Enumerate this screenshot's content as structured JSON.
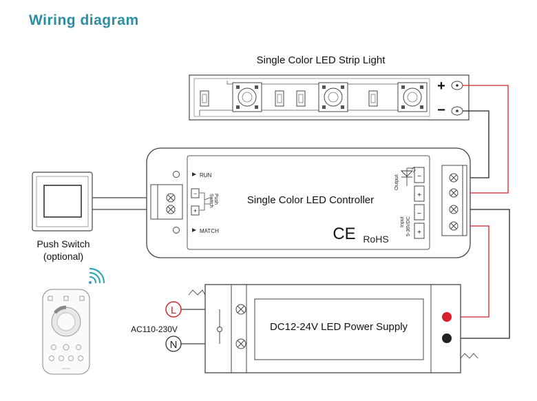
{
  "heading": "Wiring diagram",
  "strip": {
    "title": "Single Color LED Strip Light",
    "plus": "+",
    "minus": "−"
  },
  "controller": {
    "title": "Single Color LED Controller",
    "run": "RUN",
    "match": "MATCH",
    "push_switch": "Push",
    "push_switch2": "Switch",
    "output": "Output",
    "input": "Input",
    "input_range": "5-36VDC",
    "ce": "CE",
    "rohs": "RoHS",
    "minus": "−",
    "plus": "+"
  },
  "push_switch": {
    "label": "Push Switch",
    "sub": "(optional)"
  },
  "power_supply": {
    "title": "DC12-24V LED Power Supply",
    "ac": "AC110-230V",
    "live": "L",
    "neutral": "N"
  },
  "colors": {
    "heading": "#2b8fa3",
    "wire_red": "#d4232a",
    "wire_black": "#222222",
    "outline": "#333333"
  }
}
